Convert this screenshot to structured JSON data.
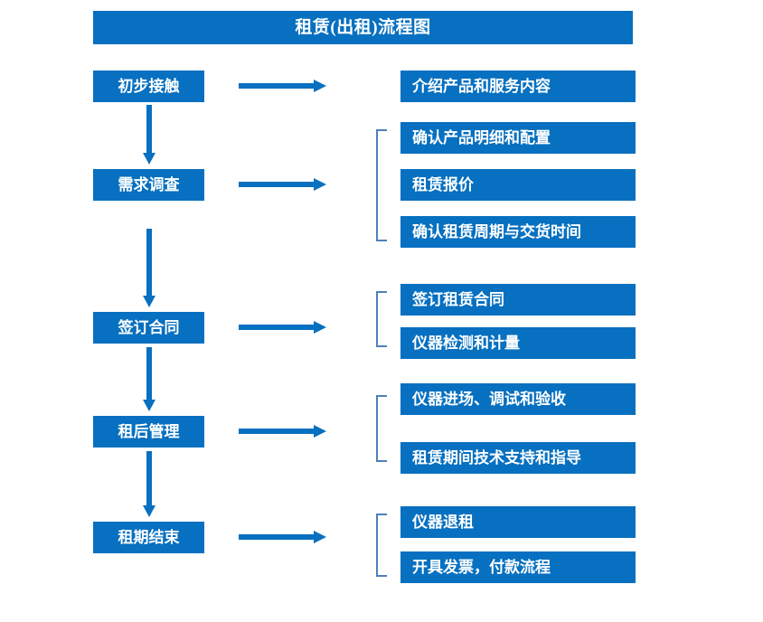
{
  "diagram": {
    "title": "租赁(出租)流程图",
    "accent_color": "#0770c0",
    "bracket_color": "#4e7fbb",
    "text_color": "#ffffff",
    "background_color": "#ffffff",
    "stages": [
      {
        "label": "初步接触"
      },
      {
        "label": "需求调查"
      },
      {
        "label": "签订合同"
      },
      {
        "label": "租后管理"
      },
      {
        "label": "租期结束"
      }
    ],
    "details": [
      {
        "label": "介绍产品和服务内容"
      },
      {
        "label": "确认产品明细和配置"
      },
      {
        "label": "租赁报价"
      },
      {
        "label": "确认租赁周期与交货时间"
      },
      {
        "label": "签订租赁合同"
      },
      {
        "label": "仪器检测和计量"
      },
      {
        "label": "仪器进场、调试和验收"
      },
      {
        "label": "租赁期间技术支持和指导"
      },
      {
        "label": "仪器退租"
      },
      {
        "label": "开具发票，付款流程"
      }
    ]
  }
}
